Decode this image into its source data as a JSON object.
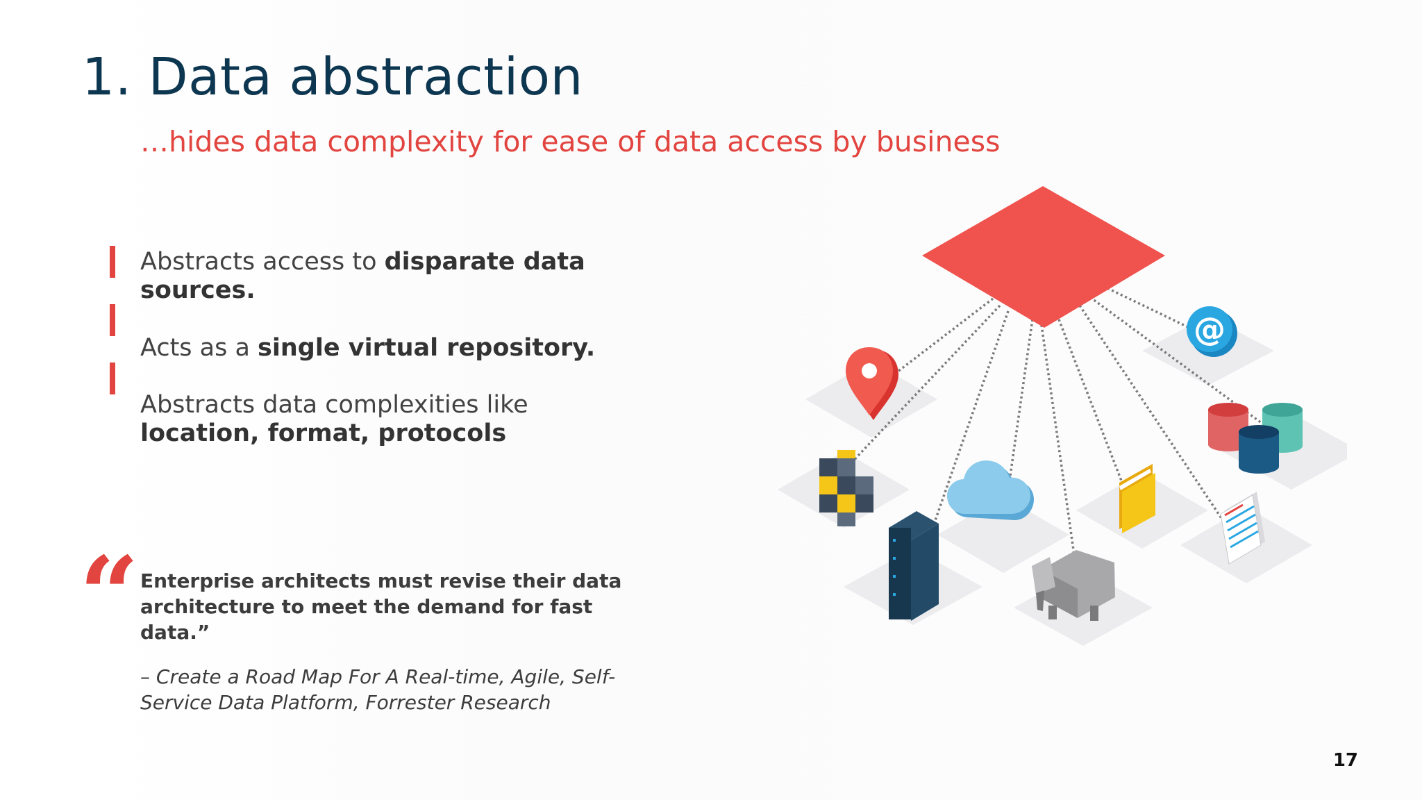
{
  "slide": {
    "title": "1. Data abstraction",
    "subtitle": "…hides data complexity for ease of data access by business",
    "bullets": [
      {
        "text": "Abstracts access to ",
        "bold": "disparate data sources."
      },
      {
        "text": "Acts as a ",
        "bold": "single virtual repository."
      },
      {
        "text": "Abstracts data complexities like ",
        "bold": "location, format, protocols"
      }
    ],
    "quote": "Enterprise architects must revise their data architecture to meet the demand for fast data.”",
    "citation": "– Create a Road Map For A Real-time, Agile, Self-Service Data Platform, Forrester Research",
    "page_number": "17",
    "quote_glyph": "“",
    "colors": {
      "title": "#0d3650",
      "accent": "#e2443f",
      "hub": "#f0524d",
      "tile": "#ececee"
    },
    "diagram_icons": [
      "location-pin-icon",
      "email-at-icon",
      "blocks-cube-icon",
      "database-stack-icon",
      "server-rack-icon",
      "cloud-icon",
      "folder-icon",
      "document-icon",
      "hadoop-elephant-icon"
    ]
  }
}
